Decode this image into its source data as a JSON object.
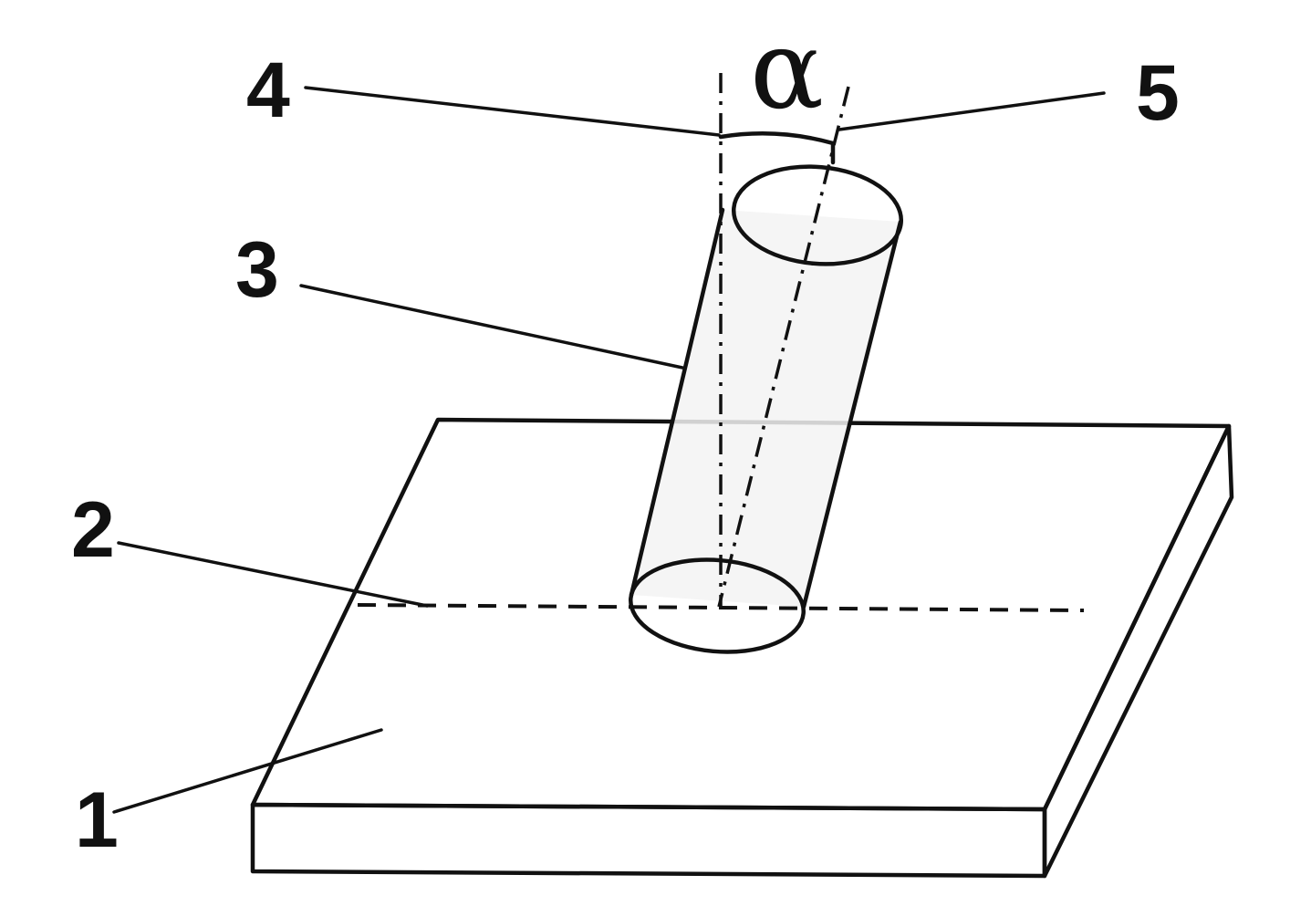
{
  "labels": {
    "plate": "1",
    "line": "2",
    "cylinder": "3",
    "vertical_axis": "4",
    "inclined_axis": "5"
  },
  "angle": {
    "symbol": "α"
  },
  "colors": {
    "ink": "#111111",
    "plate_fill": "#e6e6e6",
    "plate_side": "#d8d8d8",
    "cylinder_fill": "#f3f3f3",
    "background": "#ffffff"
  }
}
